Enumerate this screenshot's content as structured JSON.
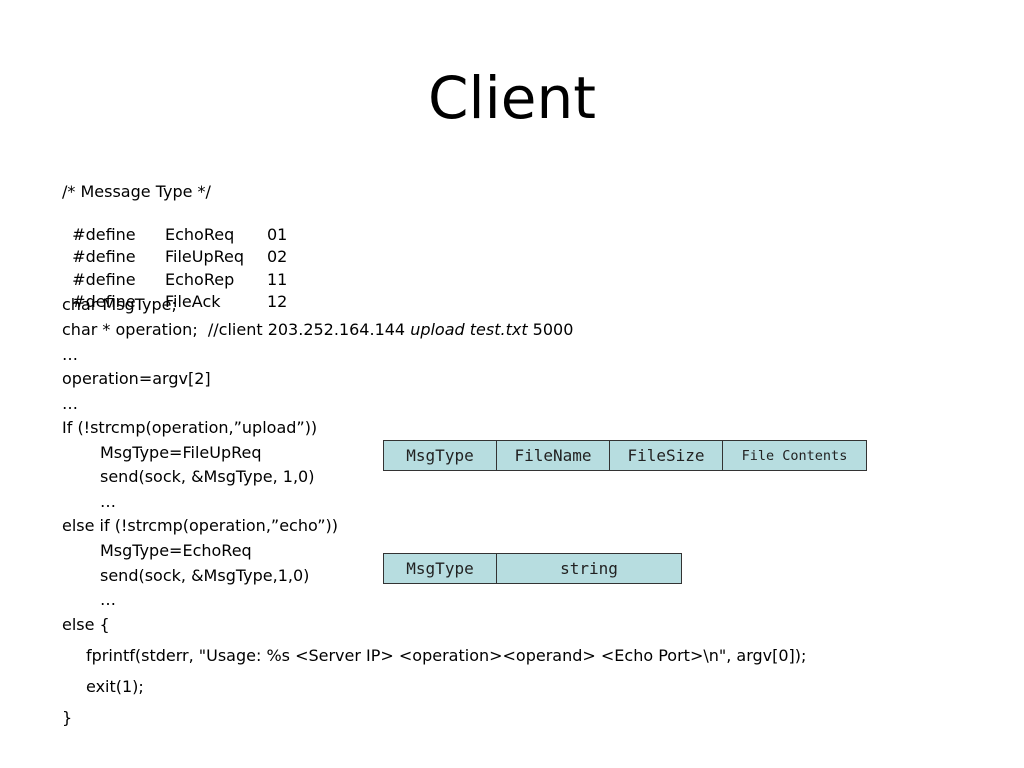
{
  "slide": {
    "title": "Client"
  },
  "code": {
    "comment": "/* Message Type */",
    "defines": [
      {
        "keyword": "#define",
        "name": "EchoReq",
        "value": "01"
      },
      {
        "keyword": "#define",
        "name": "FileUpReq",
        "value": "02"
      },
      {
        "keyword": "#define",
        "name": "EchoRep",
        "value": "11"
      },
      {
        "keyword": "#define",
        "name": "FileAck",
        "value": "12"
      }
    ],
    "char_msgtype": "char MsgType;",
    "char_operation_prefix": "char * operation;  //client 203.252.164.144 ",
    "char_operation_italic": "upload test.txt",
    "char_operation_suffix": " 5000",
    "ellipsis": "…",
    "operation_assign": "operation=argv[2]",
    "if_upload": "If (!strcmp(operation,”upload”))",
    "msgtype_fileupreq": "MsgType=FileUpReq",
    "send_upload": "send(sock, &MsgType, 1,0)",
    "else_if_echo": "else if (!strcmp(operation,”echo”))",
    "msgtype_echoreq": "MsgType=EchoReq",
    "send_echo": "send(sock, &MsgType,1,0)",
    "else_open": "else {",
    "fprintf": "fprintf(stderr, \"Usage: %s <Server IP> <operation><operand> <Echo Port>\\n\", argv[0]);",
    "exit": "exit(1);",
    "close_brace": "}"
  },
  "packets": {
    "upload": [
      "MsgType",
      "FileName",
      "FileSize",
      "File Contents"
    ],
    "echo": [
      "MsgType",
      "string"
    ]
  },
  "colors": {
    "cell_fill": "#b7dde0",
    "cell_border": "#333333"
  }
}
